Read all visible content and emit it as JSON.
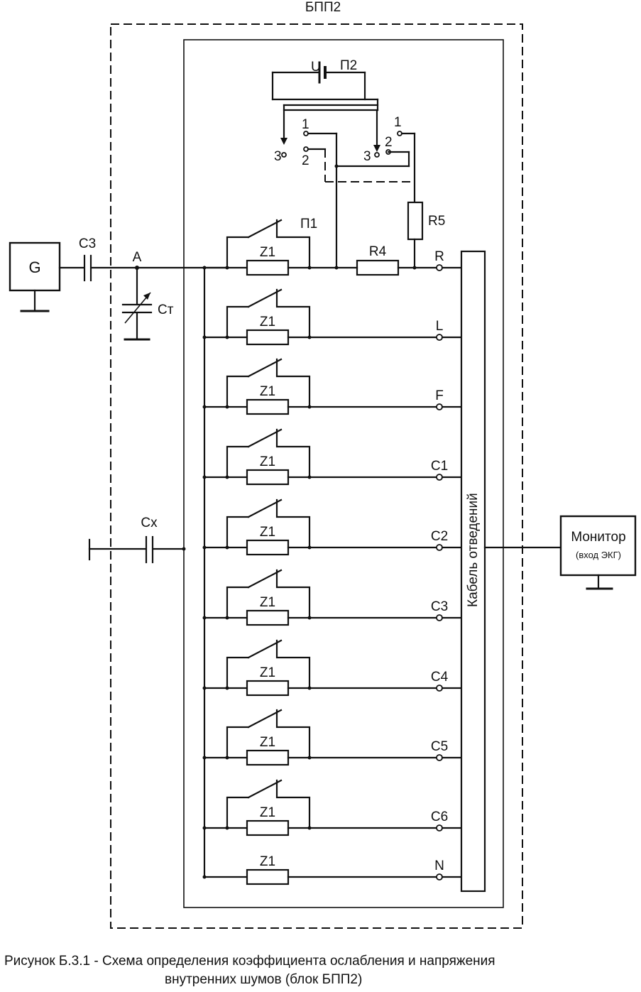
{
  "block_label": "БПП2",
  "generator": {
    "label": "G"
  },
  "capacitors": {
    "c3": "С3",
    "ct": "Ст",
    "cx": "Сх"
  },
  "node_a": "А",
  "switches": {
    "p1": "П1",
    "p2": "П2",
    "u": "U"
  },
  "switch_positions": [
    "1",
    "2",
    "3"
  ],
  "resistors": {
    "r4": "R4",
    "r5": "R5",
    "z": "Z1"
  },
  "leads": [
    "R",
    "L",
    "F",
    "C1",
    "C2",
    "C3",
    "C4",
    "C5",
    "C6",
    "N"
  ],
  "cable_label": "Кабель отведений",
  "monitor": {
    "title": "Монитор",
    "subtitle": "(вход  ЭКГ)"
  },
  "caption": {
    "line1": "Рисунок Б.3.1 - Схема определения коэффициента ослабления и напряжения",
    "line2": "внутренних шумов  (блок БПП2)"
  }
}
